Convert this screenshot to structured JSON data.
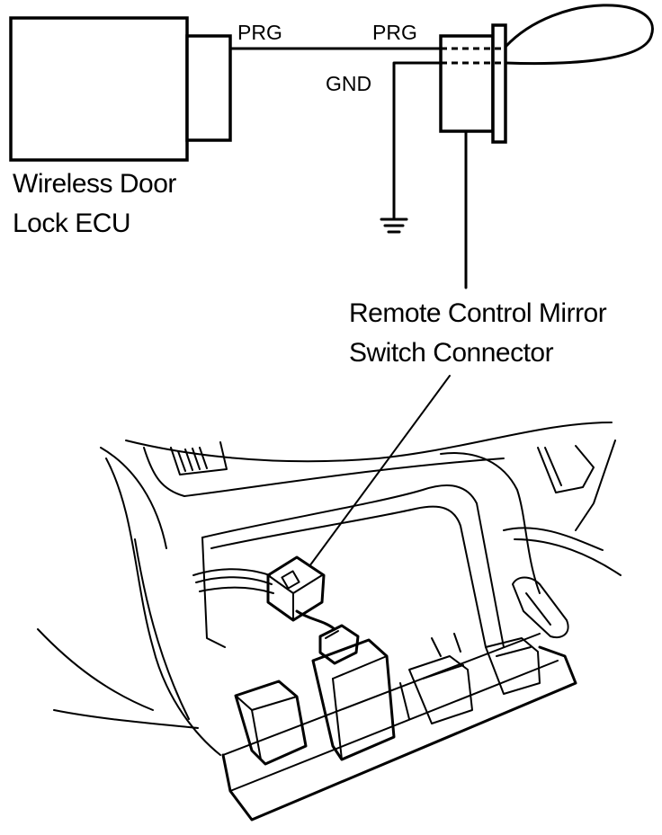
{
  "labels": {
    "prg_left": "PRG",
    "prg_right": "PRG",
    "gnd": "GND",
    "ecu_line1": "Wireless Door",
    "ecu_line2": "Lock ECU",
    "connector_line1": "Remote Control Mirror",
    "connector_line2": "Switch Connector"
  }
}
